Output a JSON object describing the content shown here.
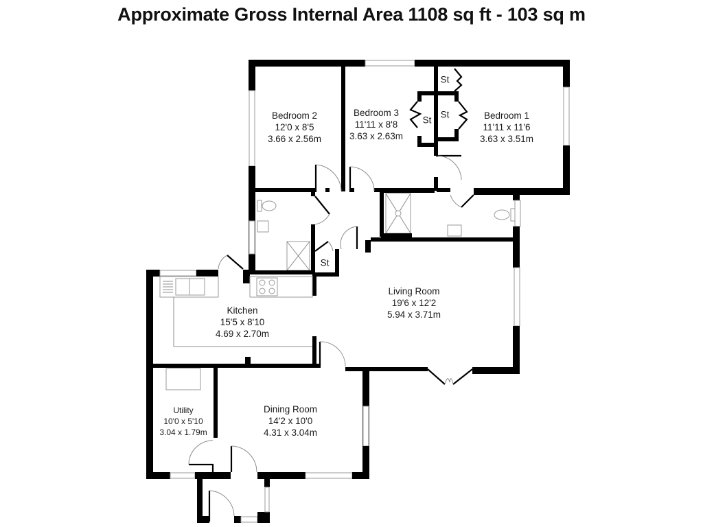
{
  "title": "Approximate Gross Internal Area 1108 sq ft - 103 sq m",
  "rooms": {
    "bedroom2": {
      "name": "Bedroom 2",
      "imperial": "12'0 x 8'5",
      "metric": "3.66 x 2.56m"
    },
    "bedroom3": {
      "name": "Bedroom 3",
      "imperial": "11'11 x 8'8",
      "metric": "3.63 x 2.63m"
    },
    "bedroom1": {
      "name": "Bedroom 1",
      "imperial": "11'11 x 11'6",
      "metric": "3.63 x 3.51m"
    },
    "kitchen": {
      "name": "Kitchen",
      "imperial": "15'5 x 8'10",
      "metric": "4.69 x 2.70m"
    },
    "living": {
      "name": "Living Room",
      "imperial": "19'6 x 12'2",
      "metric": "5.94 x 3.71m"
    },
    "utility": {
      "name": "Utility",
      "imperial": "10'0 x 5'10",
      "metric": "3.04 x 1.79m"
    },
    "dining": {
      "name": "Dining Room",
      "imperial": "14'2 x 10'0",
      "metric": "4.31 x 3.04m"
    }
  },
  "storage": {
    "label": "St",
    "items": [
      {
        "id": "st-bed1-top",
        "label": "St"
      },
      {
        "id": "st-bed1-mid",
        "label": "St"
      },
      {
        "id": "st-bed3",
        "label": "St"
      },
      {
        "id": "st-hall",
        "label": "St"
      }
    ]
  }
}
